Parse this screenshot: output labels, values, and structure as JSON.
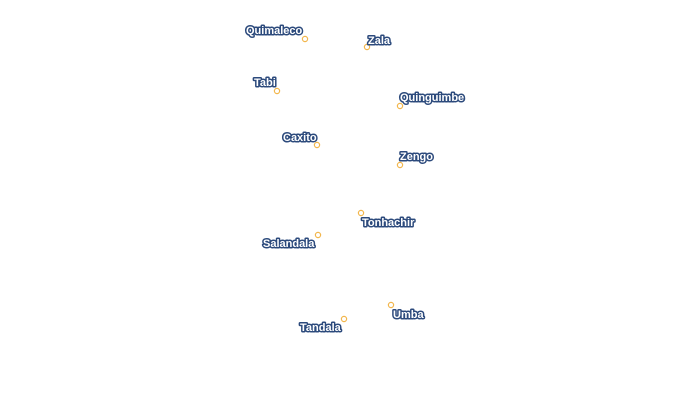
{
  "map": {
    "style": {
      "dot_color": "#f2b64c",
      "label_fill": "#ffffff",
      "label_halo": "#2c4a7c",
      "background": "#ffffff"
    },
    "places": [
      {
        "name": "Quimaleco"
      },
      {
        "name": "Zala"
      },
      {
        "name": "Tabi"
      },
      {
        "name": "Quinguimbe"
      },
      {
        "name": "Caxito"
      },
      {
        "name": "Zengo"
      },
      {
        "name": "Tonhachir"
      },
      {
        "name": "Salandala"
      },
      {
        "name": "Umba"
      },
      {
        "name": "Tandala"
      }
    ]
  }
}
